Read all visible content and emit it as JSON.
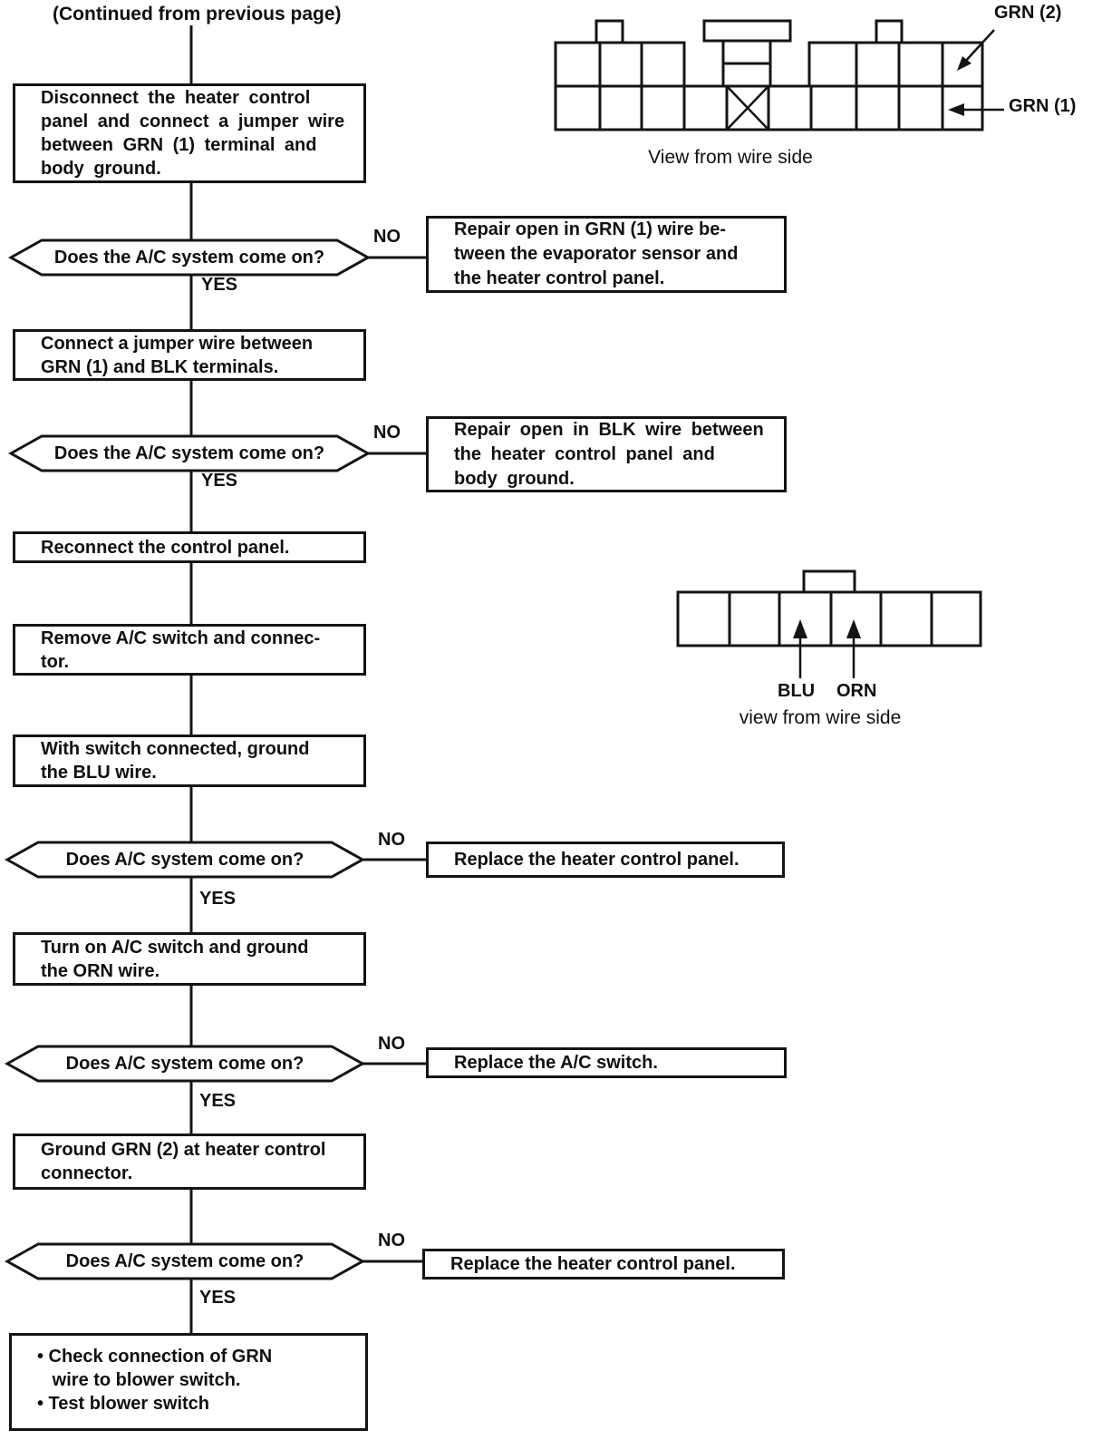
{
  "page": {
    "continued_note": "(Continued from previous page)"
  },
  "flow": {
    "steps": {
      "disconnect_panel": {
        "text": "Disconnect the heater control\npanel and connect a jumper wire\nbetween GRN (1) terminal and\nbody ground."
      },
      "connect_jumper": {
        "text": "Connect a jumper wire between\nGRN (1) and BLK terminals."
      },
      "reconnect_panel": {
        "text": "Reconnect the control panel."
      },
      "remove_switch": {
        "text": "Remove A/C switch and connec-\ntor."
      },
      "ground_blu": {
        "text": "With switch connected, ground\nthe BLU wire."
      },
      "ground_orn": {
        "text": "Turn on A/C switch and ground\nthe ORN wire."
      },
      "ground_grn2": {
        "text": "Ground GRN (2) at heater control\nconnector."
      },
      "final_checks": {
        "text": "• Check connection of GRN\n   wire to blower switch.\n• Test blower switch"
      }
    },
    "decisions": {
      "d1": {
        "text": "Does the A/C system come on?",
        "no": "NO",
        "yes": "YES"
      },
      "d2": {
        "text": "Does the A/C system come on?",
        "no": "NO",
        "yes": "YES"
      },
      "d3": {
        "text": "Does A/C system come on?",
        "no": "NO",
        "yes": "YES"
      },
      "d4": {
        "text": "Does A/C system come on?",
        "no": "NO",
        "yes": "YES"
      },
      "d5": {
        "text": "Does A/C system come on?",
        "no": "NO",
        "yes": "YES"
      }
    },
    "outcomes": {
      "repair_grn1": {
        "text": "Repair open in GRN (1) wire be-\ntween the evaporator sensor and\nthe heater control panel."
      },
      "repair_blk": {
        "text": "Repair open in BLK wire between\nthe heater control panel and\nbody ground."
      },
      "replace_panel_1": {
        "text": "Replace the heater control panel."
      },
      "replace_switch": {
        "text": "Replace the A/C switch."
      },
      "replace_panel_2": {
        "text": "Replace the heater control panel."
      }
    }
  },
  "diagrams": {
    "heater_connector": {
      "label_grn2": "GRN (2)",
      "label_grn1": "GRN (1)",
      "caption": "View from wire side"
    },
    "ac_switch_connector": {
      "label_blu": "BLU",
      "label_orn": "ORN",
      "caption": "view from wire side"
    }
  },
  "colors": {
    "ink": "#141414",
    "paper": "#ffffff"
  }
}
